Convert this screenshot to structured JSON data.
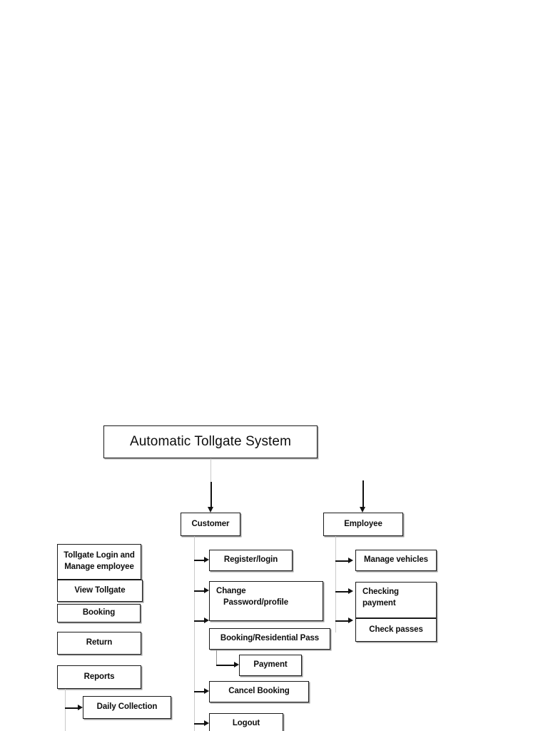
{
  "diagram": {
    "title_box": {
      "label": "Automatic Tollgate System"
    },
    "actors": [
      {
        "id": "customer",
        "label": "Customer"
      },
      {
        "id": "employee",
        "label": "Employee"
      }
    ],
    "admin_column": {
      "items": [
        {
          "id": "tollgate-login",
          "line1": "Tollgate Login and",
          "line2": "Manage employee"
        },
        {
          "id": "view-tollgate",
          "label": "View Tollgate"
        },
        {
          "id": "booking",
          "label": "Booking"
        },
        {
          "id": "return",
          "label": "Return"
        },
        {
          "id": "reports",
          "label": "Reports"
        },
        {
          "id": "daily-collection",
          "label": "Daily Collection"
        }
      ]
    },
    "customer_column": {
      "items": [
        {
          "id": "register-login",
          "label": "Register/login"
        },
        {
          "id": "change-password",
          "line1": "Change",
          "line2": "Password/profile"
        },
        {
          "id": "booking-residential-pass",
          "label": "Booking/Residential Pass"
        },
        {
          "id": "payment",
          "label": "Payment"
        },
        {
          "id": "cancel-booking",
          "label": "Cancel Booking"
        },
        {
          "id": "logout",
          "label": "Logout"
        }
      ]
    },
    "employee_column": {
      "items": [
        {
          "id": "manage-vehicles",
          "label": "Manage vehicles"
        },
        {
          "id": "checking-payment",
          "line1": "Checking",
          "line2": "payment"
        },
        {
          "id": "check-passes",
          "label": "Check passes"
        }
      ]
    },
    "colors": {
      "background": "#ffffff",
      "box_border": "#1a1a1a",
      "box_shadow": "#9a9a9a",
      "connector_dark": "#111111",
      "connector_light": "#c9c9c9",
      "text": "#0d0d0d"
    }
  }
}
